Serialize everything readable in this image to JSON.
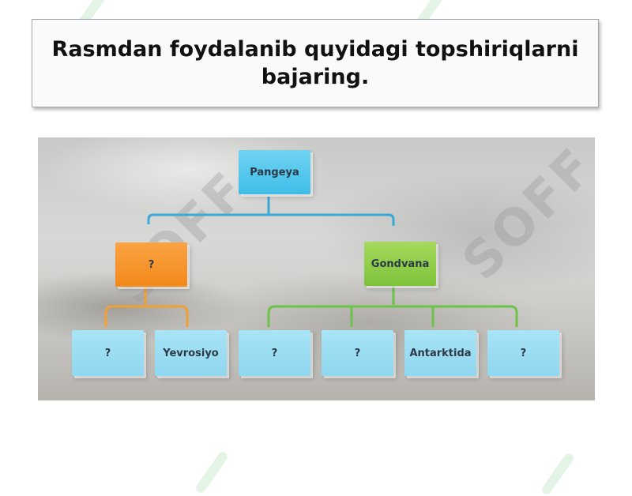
{
  "title": "Rasmdan foydalanib quyidagi topshiriqlarni bajaring.",
  "watermark": "SOFF",
  "diagram": {
    "root": "Pangeya",
    "branches": [
      {
        "label": "?",
        "color": "#f28918"
      },
      {
        "label": "Gondvana",
        "color": "#7cc33a"
      }
    ],
    "leaves": [
      "?",
      "Yevrosiyo",
      "?",
      "?",
      "Antarktida",
      "?"
    ],
    "colors": {
      "root": "#3fbde8",
      "leaf": "#8fd7f0",
      "line_blue": "#3aa9d6",
      "line_orange": "#f0a034",
      "line_green": "#6cc24a"
    }
  }
}
